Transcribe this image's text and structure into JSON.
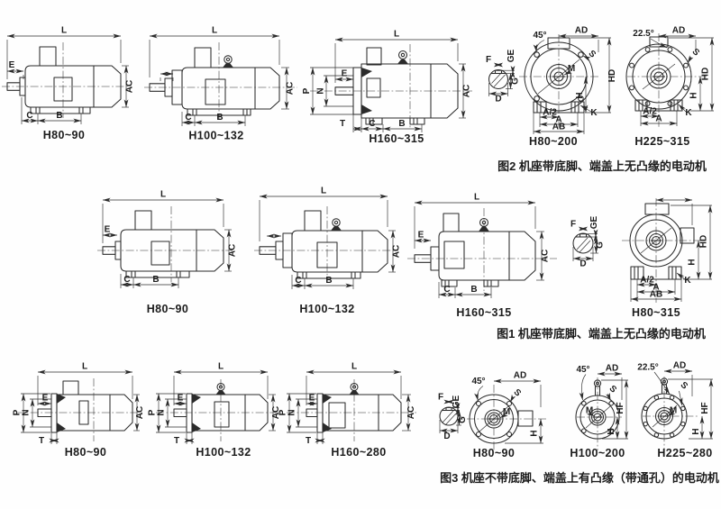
{
  "labels": {
    "L": "L",
    "E": "E",
    "AC": "AC",
    "C": "C",
    "B": "B",
    "P": "P",
    "N": "N",
    "T": "T",
    "F": "F",
    "GE": "GE",
    "G": "G",
    "D": "D",
    "M": "M",
    "S": "S",
    "H": "H",
    "HD": "HD",
    "HF": "HF",
    "AD": "AD",
    "A": "A",
    "A_half": "A/2",
    "AB": "AB",
    "K": "K",
    "deg45": "45°",
    "deg22_5": "22.5°"
  },
  "figures": {
    "fig2": {
      "caption": "图2  机座带底脚、端盖上无凸缘的电动机",
      "models": {
        "d1": "H80~90",
        "d2": "H100~132",
        "d3": "H160~315",
        "d4": "H80~200",
        "d5": "H225~315"
      }
    },
    "fig1": {
      "caption": "图1  机座带底脚、端盖上无凸缘的电动机",
      "models": {
        "d1": "H80~90",
        "d2": "H100~132",
        "d3": "H160~315",
        "d4": "H80~315"
      }
    },
    "fig3": {
      "caption": "图3  机座不带底脚、端盖上有凸缘（带通孔）的电动机",
      "models": {
        "d1": "H80~90",
        "d2": "H100~132",
        "d3": "H160~280",
        "d4": "H80~90",
        "d5": "H100~200",
        "d6": "H225~280"
      }
    }
  }
}
